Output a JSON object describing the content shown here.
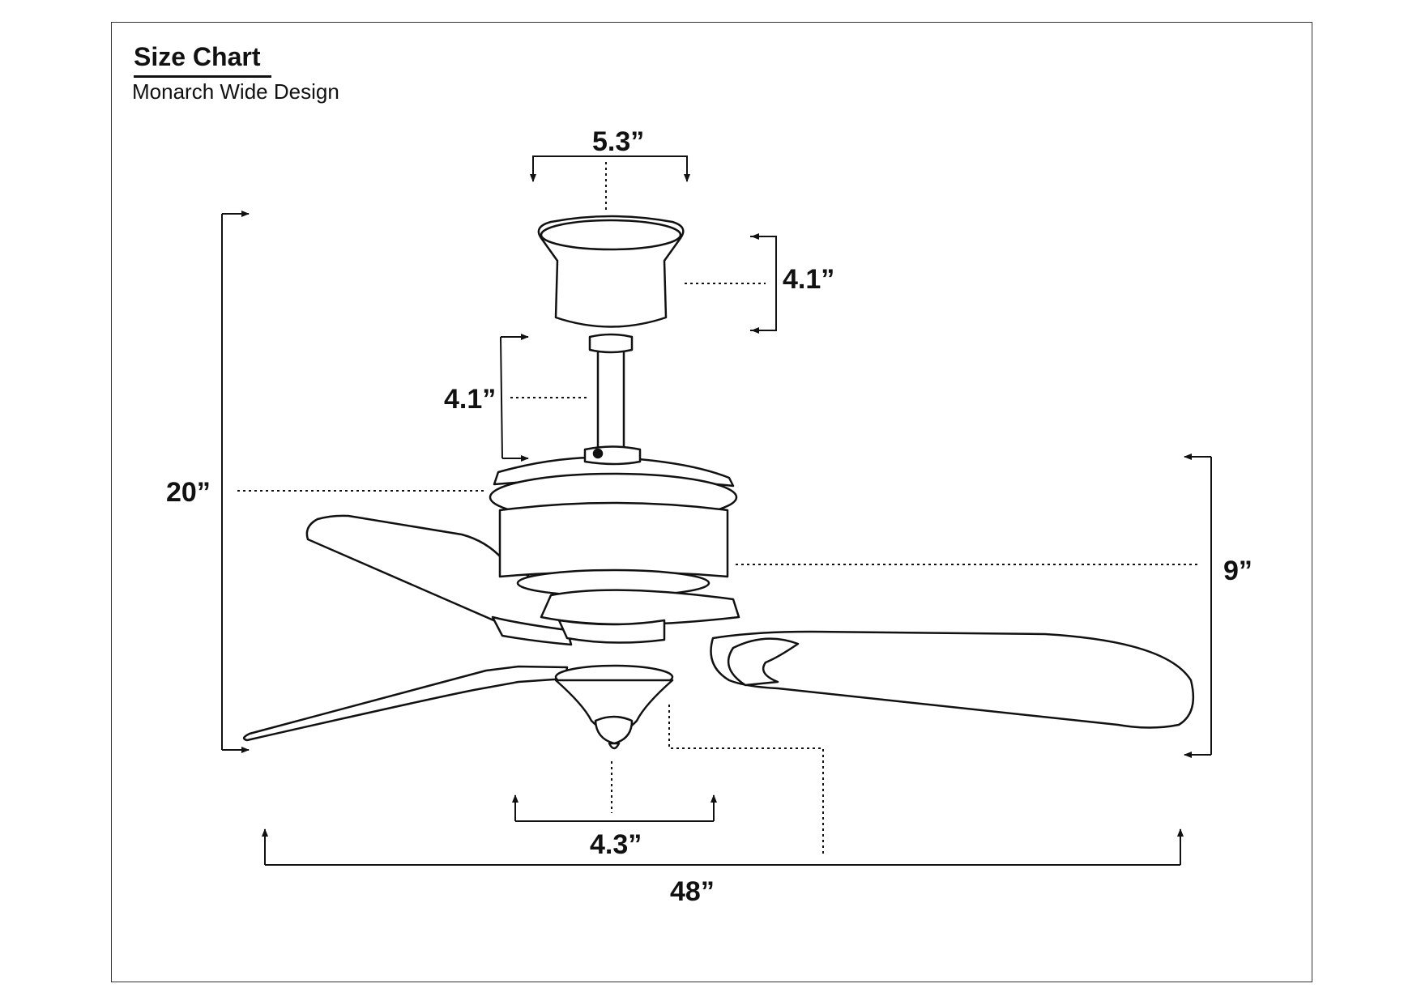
{
  "header": {
    "title": "Size Chart",
    "subtitle": "Monarch Wide Design"
  },
  "dimensions": {
    "canopy_width": "5.3”",
    "canopy_height": "4.1”",
    "downrod_length": "4.1”",
    "overall_height": "20”",
    "motor_height": "9”",
    "light_kit_width": "4.3”",
    "blade_span": "48”"
  },
  "colors": {
    "line": "#111111",
    "background": "#ffffff"
  }
}
